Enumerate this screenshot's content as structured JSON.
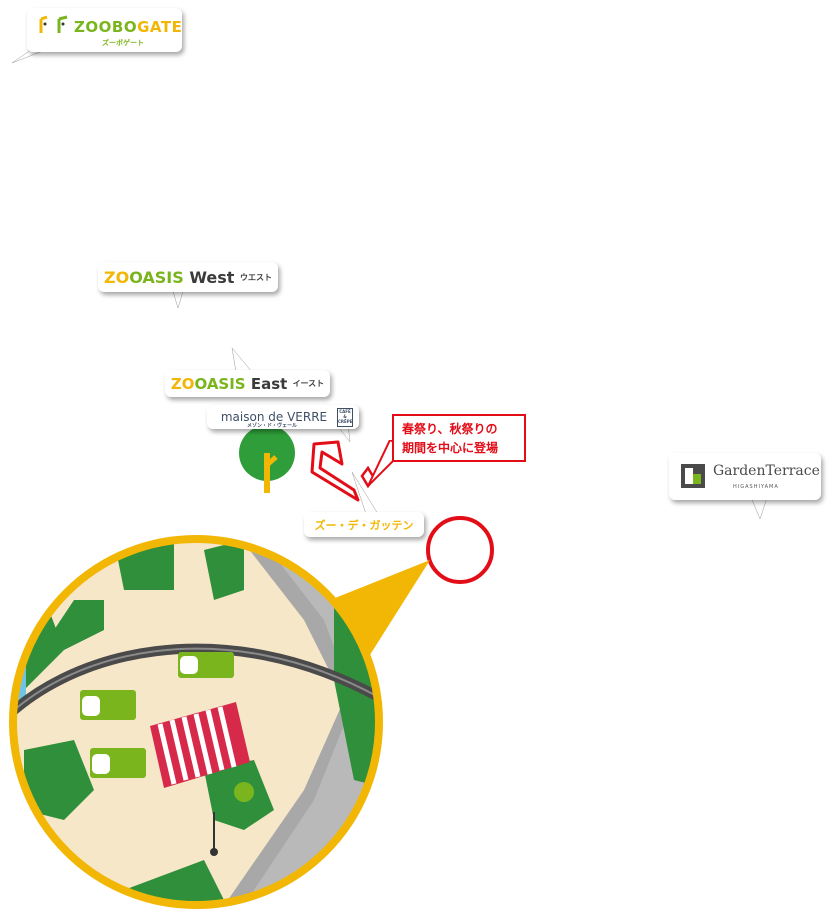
{
  "labels": {
    "zoobogate": {
      "title_zoo": "ZOOBO",
      "title_gate": "GATE",
      "subtitle": "ズーボゲート"
    },
    "zooasis_west": {
      "zo": "ZO",
      "oasis": "OASIS",
      "name": "West",
      "kana": "ウエスト"
    },
    "zooasis_east": {
      "zo": "ZO",
      "oasis": "OASIS",
      "name": "East",
      "kana": "イースト"
    },
    "maison_de_verre": {
      "title": "maison de VERRE",
      "subtitle": "メゾン・ド・ヴェール",
      "badge": "CAFÉ & CRÊPE"
    },
    "zoo_de_gatten": {
      "title": "ズー・デ・ガッテン"
    },
    "garden_terrace": {
      "title": "GardenTerrace",
      "subtitle": "HIGASHIYAMA"
    }
  },
  "event_notice": {
    "line1": "春祭り、秋祭りの",
    "line2": "期間を中心に登場"
  },
  "colors": {
    "accent_red": "#e30d17",
    "zoo_yellow": "#f2b705",
    "zoo_green": "#7ab51d",
    "circle_border": "#f2b705"
  }
}
